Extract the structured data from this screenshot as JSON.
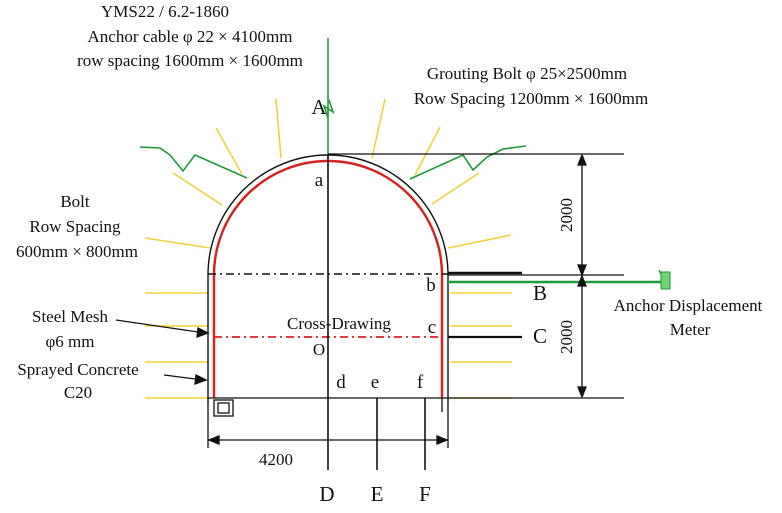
{
  "anchor_cable": {
    "model": "YMS22 / 6.2-1860",
    "spec": "Anchor cable φ 22 × 4100mm",
    "spacing": "row spacing 1600mm × 1600mm"
  },
  "grouting_bolt": {
    "spec": "Grouting Bolt  φ 25×2500mm",
    "spacing": "Row Spacing 1200mm × 1600mm"
  },
  "bolt": {
    "title": "Bolt",
    "spacing_label": "Row Spacing",
    "spacing": "600mm × 800mm"
  },
  "steel_mesh": {
    "line1": "Steel Mesh",
    "line2": "φ6 mm"
  },
  "sprayed_concrete": {
    "line1": "Sprayed Concrete",
    "line2": "C20"
  },
  "cross_drawing": "Cross-Drawing",
  "origin": "O",
  "points": {
    "A": "A",
    "B": "B",
    "C": "C",
    "D": "D",
    "E": "E",
    "F": "F",
    "a": "a",
    "b": "b",
    "c": "c",
    "d": "d",
    "e": "e",
    "f": "f"
  },
  "anchor_meter": {
    "line1": "Anchor Displacement",
    "line2": "Meter"
  },
  "dimensions": {
    "width": "4200",
    "upper_height": "2000",
    "lower_height": "2000"
  },
  "colors": {
    "mesh_red": "#d62020",
    "bolt_yellow": "#f2d23c",
    "cable_green": "#1f9a3a"
  }
}
